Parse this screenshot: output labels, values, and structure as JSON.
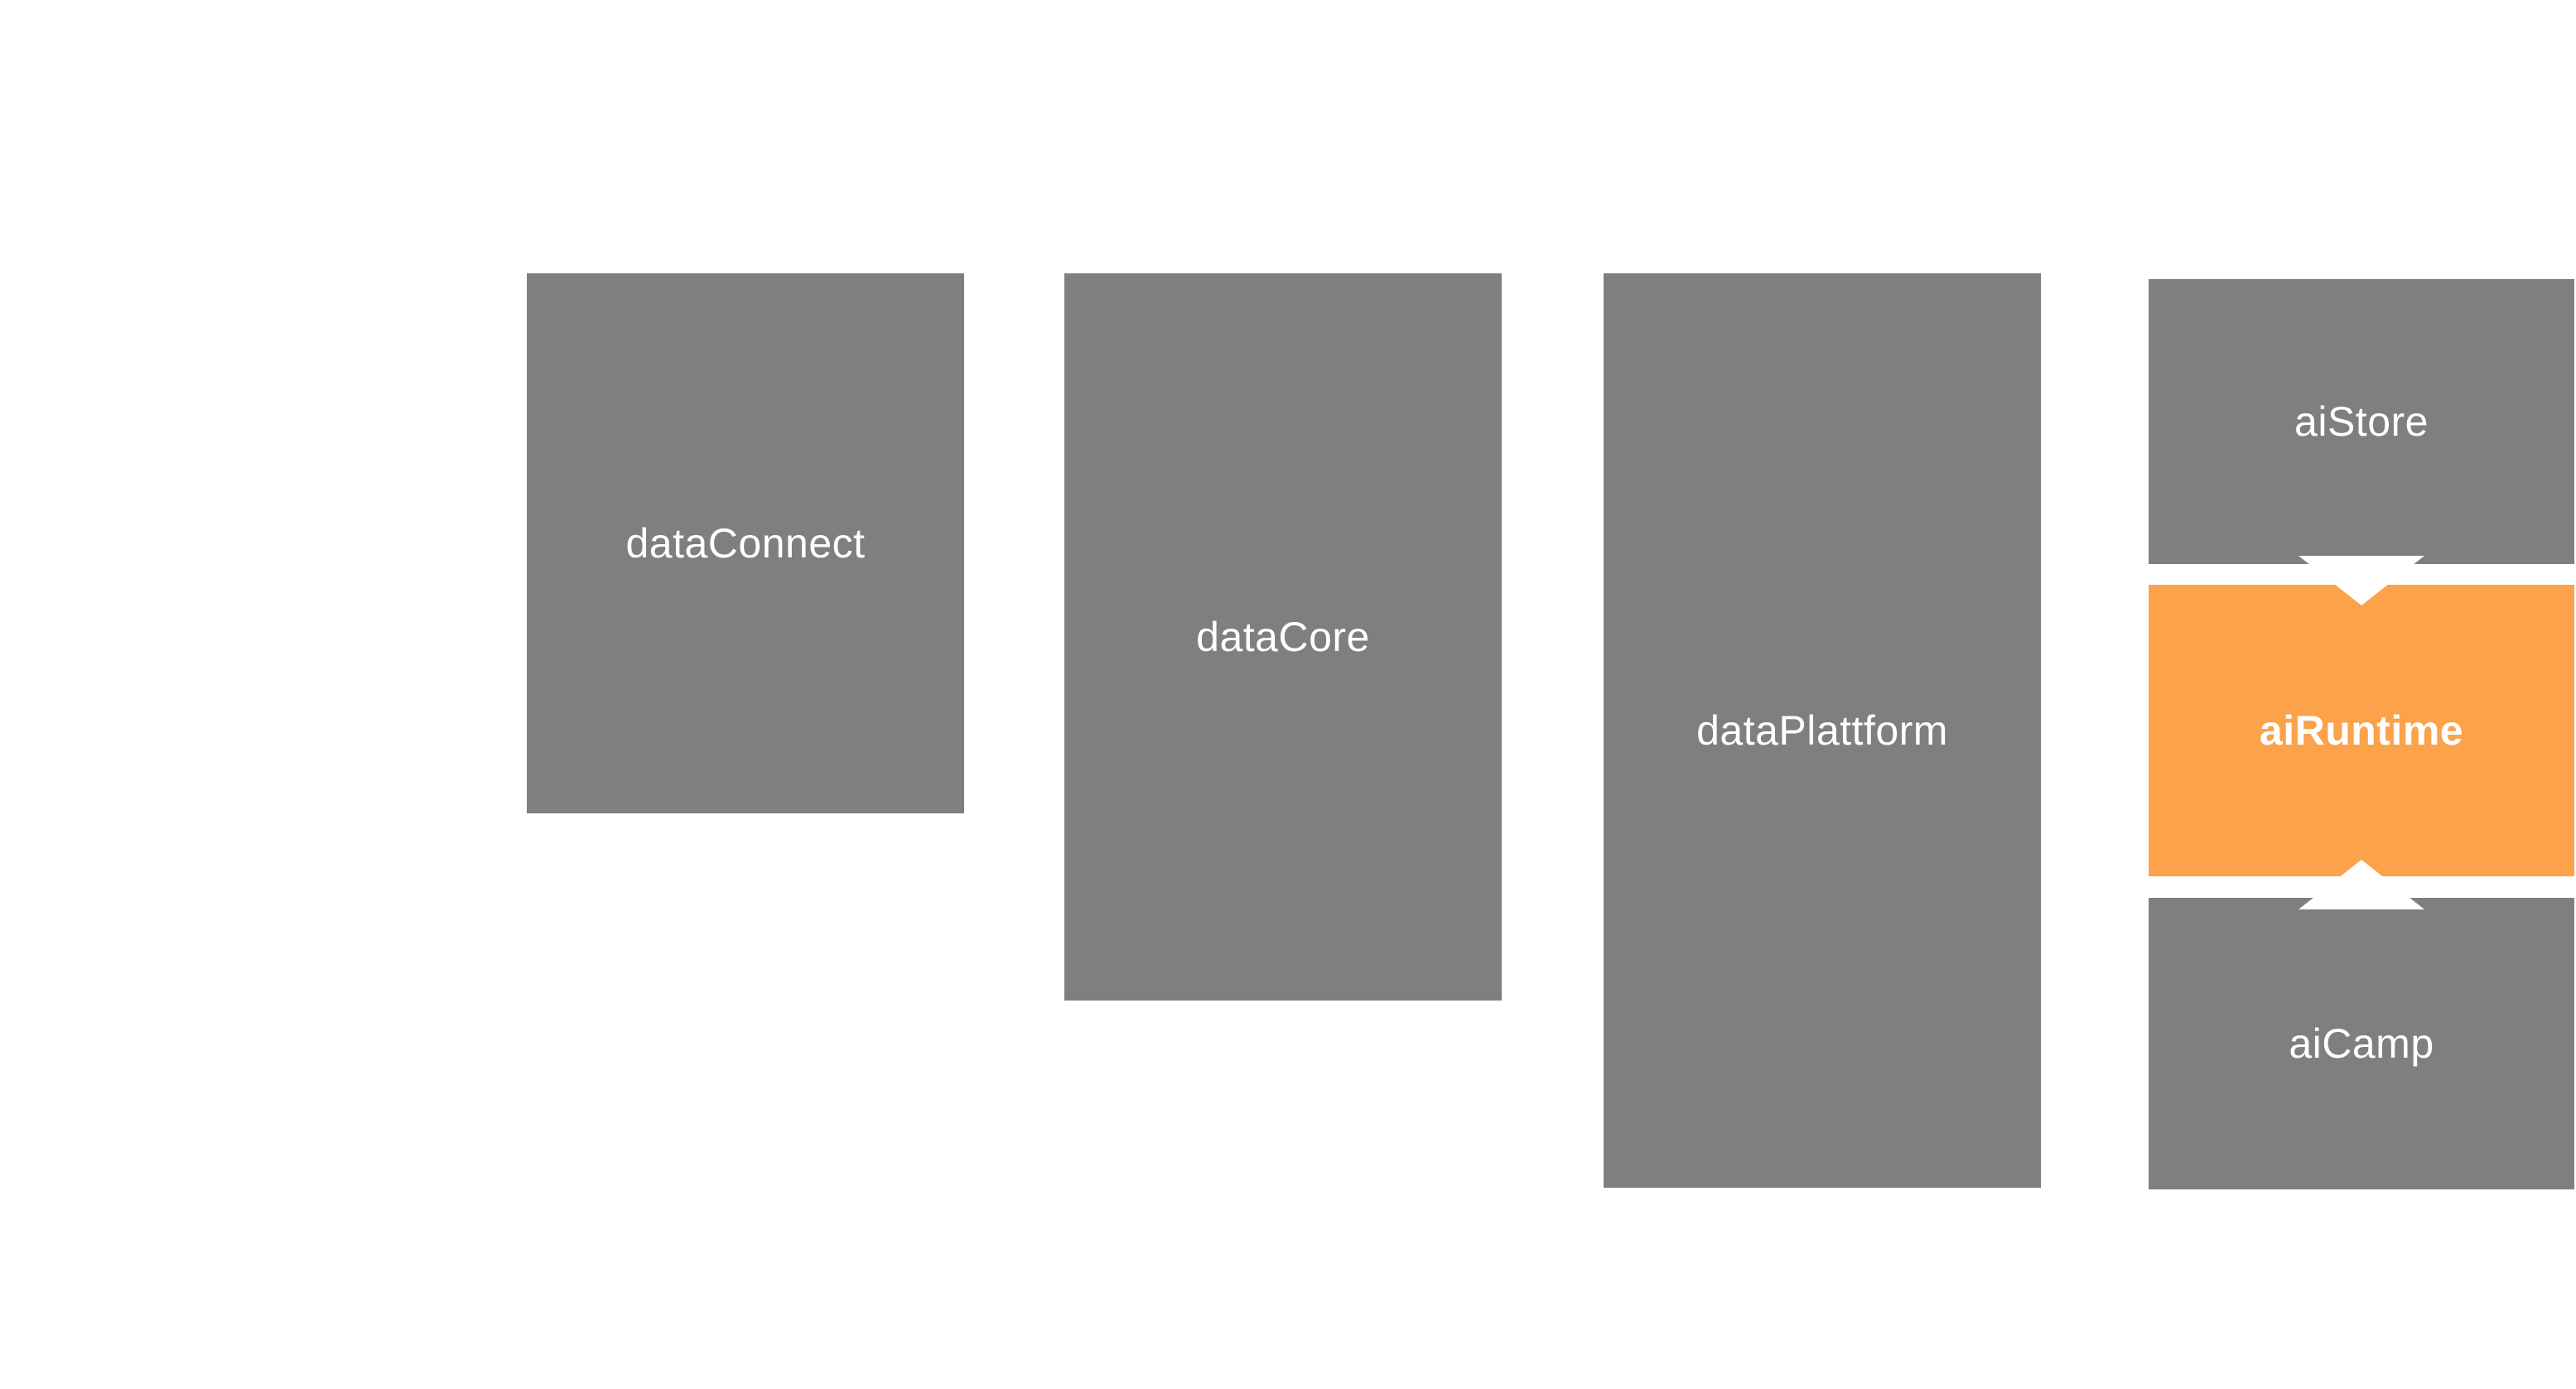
{
  "blocks": {
    "dataConnect": "dataConnect",
    "dataCore": "dataCore",
    "dataPlattform": "dataPlattform",
    "aiStore": "aiStore",
    "aiRuntime": "aiRuntime",
    "aiCamp": "aiCamp"
  },
  "colors": {
    "block": "#7f7f7f",
    "highlight": "#fba24a",
    "text": "#ffffff",
    "background": "#ffffff"
  }
}
